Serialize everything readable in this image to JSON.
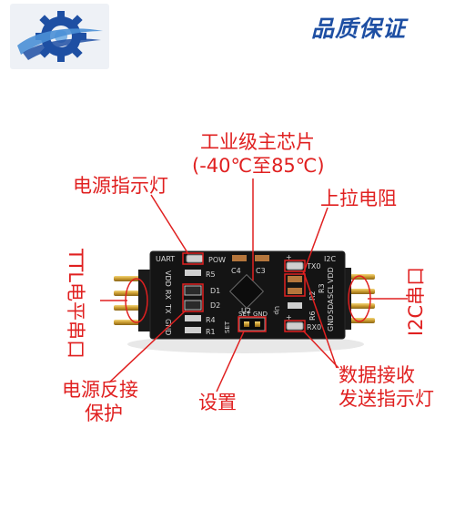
{
  "header": {
    "quality_badge": "品质保证"
  },
  "labels": {
    "chip": "工业级主芯片",
    "temp_range": "(-40℃至85℃)",
    "power_indicator": "电源指示灯",
    "pull_up": "上拉电阻",
    "ttl_port": "TTL电平串口",
    "i2c_port": "I2C串口",
    "reverse_protect_1": "电源反接",
    "reverse_protect_2": "保护",
    "settings": "设置",
    "data_leds_1": "数据接收",
    "data_leds_2": "发送指示灯"
  },
  "board": {
    "left_header": "UART",
    "right_header": "I2C",
    "left_pins": [
      "VDD",
      "RX",
      "TX",
      "GND"
    ],
    "right_pins": [
      "GND",
      "SDA",
      "SCL",
      "VDD"
    ],
    "silk": {
      "pow": "POW",
      "r5": "R5",
      "d1": "D1",
      "d2": "D2",
      "r4": "R4",
      "r1": "R1",
      "c4": "C4",
      "c3": "C3",
      "u2": "U2",
      "tx0": "TX0",
      "r2": "R2",
      "r3": "R3",
      "r6": "R6",
      "rx0": "RX0",
      "set": "SET",
      "gnd": "GND",
      "up": "Up",
      "plus": "+"
    }
  },
  "colors": {
    "label_red": "#e02020",
    "badge_blue": "#1e4fa3",
    "pcb_black": "#141414"
  },
  "icons": {
    "logo": "gear-swoosh-logo"
  }
}
